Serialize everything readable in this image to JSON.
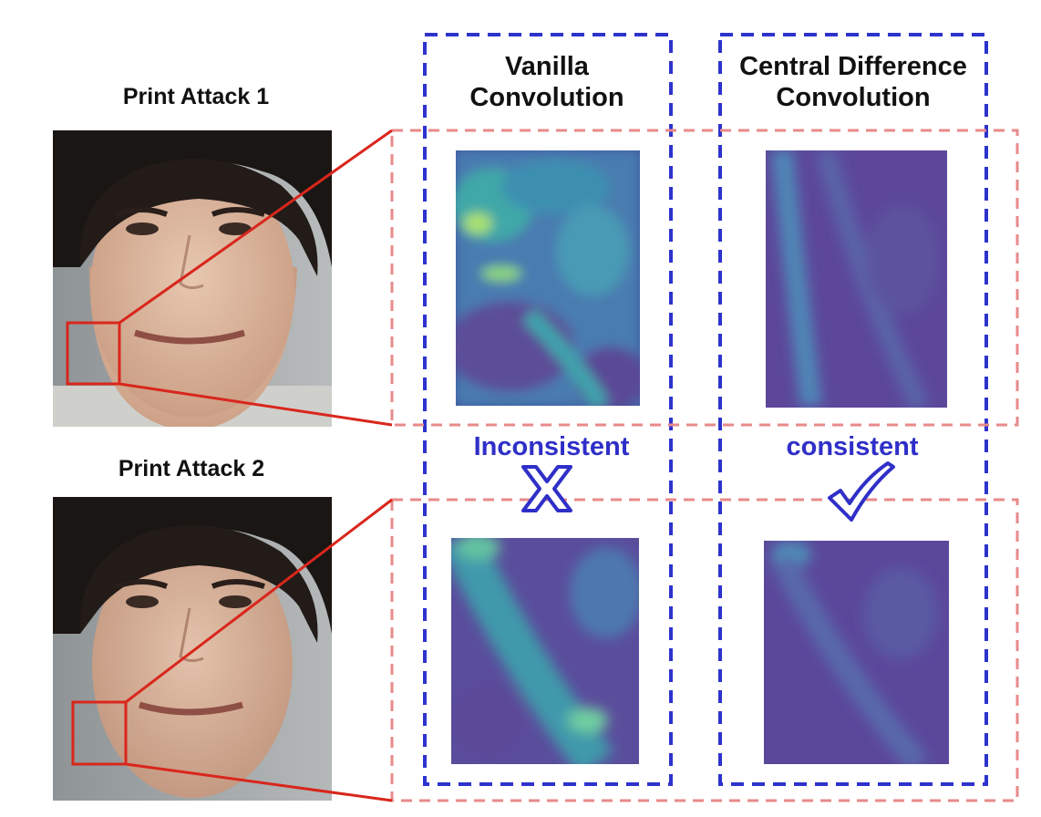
{
  "attacks": [
    {
      "label": "Print Attack 1"
    },
    {
      "label": "Print Attack 2"
    }
  ],
  "columns": [
    {
      "title_line1": "Vanilla",
      "title_line2": "Convolution",
      "verdict": "Inconsistent",
      "verdict_mark": "x-mark"
    },
    {
      "title_line1": "Central Difference",
      "title_line2": "Convolution",
      "verdict": "consistent",
      "verdict_mark": "check-mark"
    }
  ],
  "colors": {
    "column_border": "#2d33cc",
    "row_border": "#e88a8a",
    "zoom_box": "#d9261c",
    "verdict_text": "#2f2fc8",
    "heat_base": "#5a3f8c",
    "heat_high": "#b9e86a"
  },
  "icons": {
    "fail": "x-mark-icon",
    "pass": "check-mark-icon"
  }
}
